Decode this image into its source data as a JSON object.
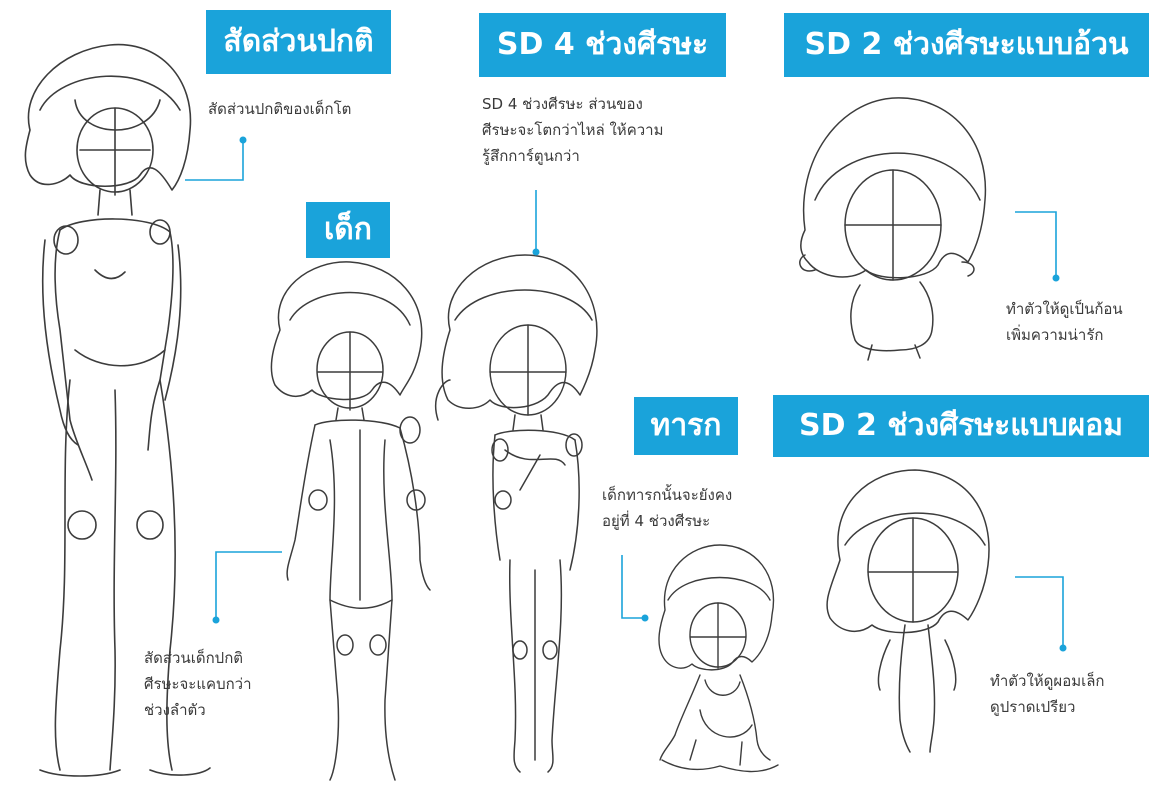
{
  "accent_color": "#1aa3da",
  "sections": {
    "normal": {
      "title": "สัดส่วนปกติ",
      "note": "สัดส่วนปกติของเด็กโต"
    },
    "child": {
      "title": "เด็ก",
      "note": "สัดส่วนเด็กปกติ\nศีรษะจะแคบกว่า\nช่วงลำตัว"
    },
    "sd4": {
      "title": "SD 4 ช่วงศีรษะ",
      "note": "SD 4 ช่วงศีรษะ ส่วนของ\nศีรษะจะโตกว่าไหล่ ให้ความ\nรู้สึกการ์ตูนกว่า"
    },
    "baby": {
      "title": "ทารก",
      "note": "เด็กทารกนั้นจะยังคง\nอยู่ที่ 4 ช่วงศีรษะ"
    },
    "sd2_fat": {
      "title": "SD 2 ช่วงศีรษะแบบอ้วน",
      "note": "ทำตัวให้ดูเป็นก้อน\nเพิ่มความน่ารัก"
    },
    "sd2_slim": {
      "title": "SD 2 ช่วงศีรษะแบบผอม",
      "note": "ทำตัวให้ดูผอมเล็ก\nดูปราดเปรียว"
    }
  }
}
